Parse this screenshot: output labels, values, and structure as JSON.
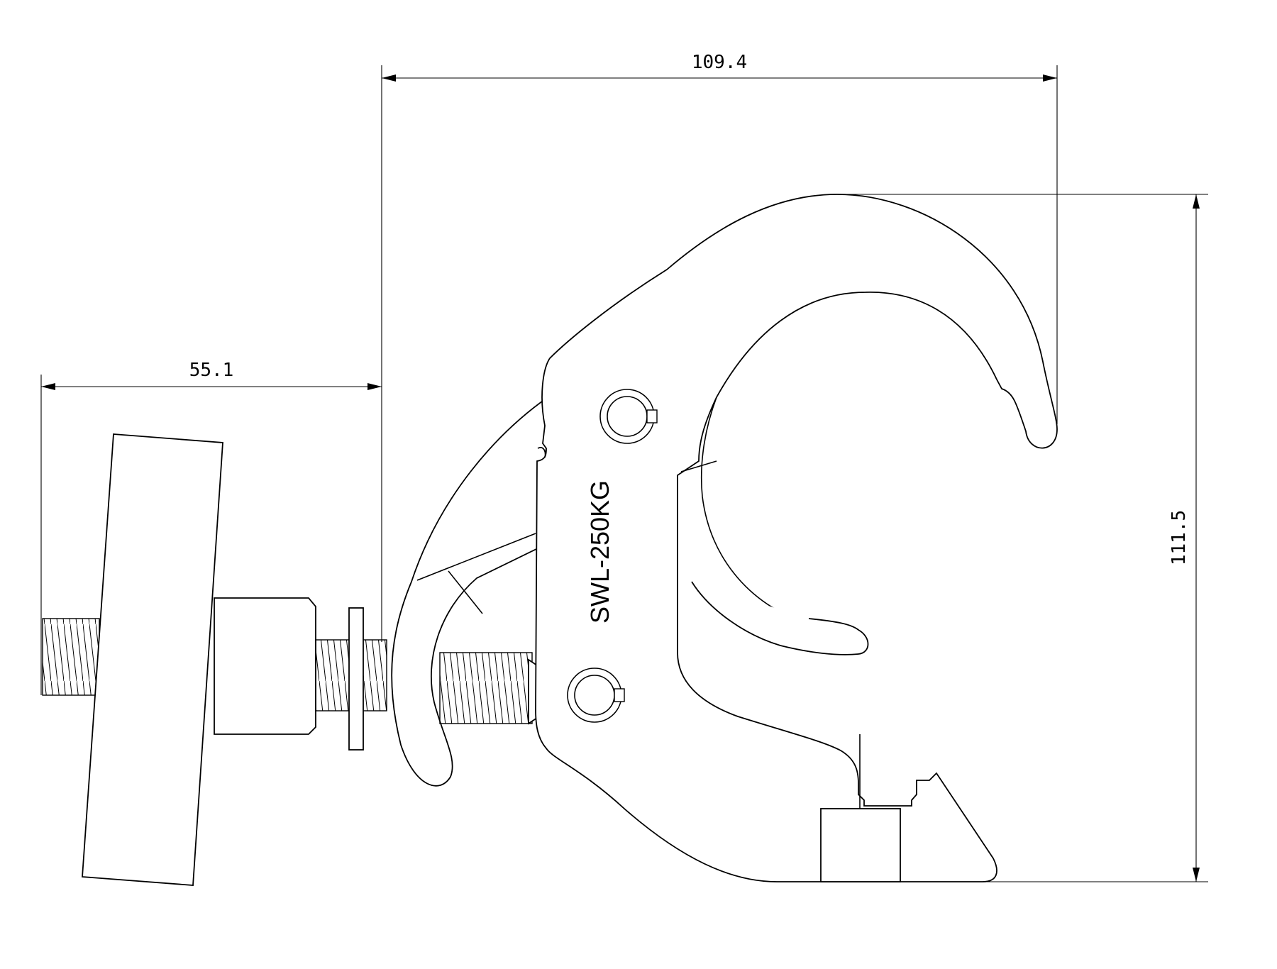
{
  "dimensions": {
    "overall_width": "109.4",
    "knob_reach": "55.1",
    "overall_height": "111.5"
  },
  "part_label": "SWL-250KG",
  "colors": {
    "line": "#000000",
    "background": "#ffffff"
  }
}
